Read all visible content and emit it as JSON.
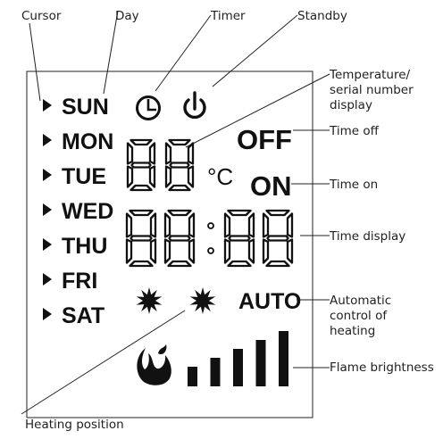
{
  "callouts": {
    "cursor": "Cursor",
    "day": "Day",
    "timer": "Timer",
    "standby": "Standby",
    "temperature": [
      "Temperature/",
      "serial number",
      "display"
    ],
    "time_off": "Time off",
    "time_on": "Time on",
    "time_display": "Time display",
    "auto_control": [
      "Automatic",
      "control of",
      "heating"
    ],
    "flame_brightness": "Flame brightness",
    "heating_position": "Heating position"
  },
  "days": [
    "SUN",
    "MON",
    "TUE",
    "WED",
    "THU",
    "FRI",
    "SAT"
  ],
  "display": {
    "temp_unit": "°C",
    "off_label": "OFF",
    "on_label": "ON",
    "auto_label": "AUTO",
    "time_separator": ":"
  },
  "flame_levels": 5,
  "icons": [
    "cursor-arrow-icon",
    "timer-icon",
    "standby-icon",
    "sun-heat-icon",
    "flame-icon",
    "signal-bars-icon"
  ]
}
